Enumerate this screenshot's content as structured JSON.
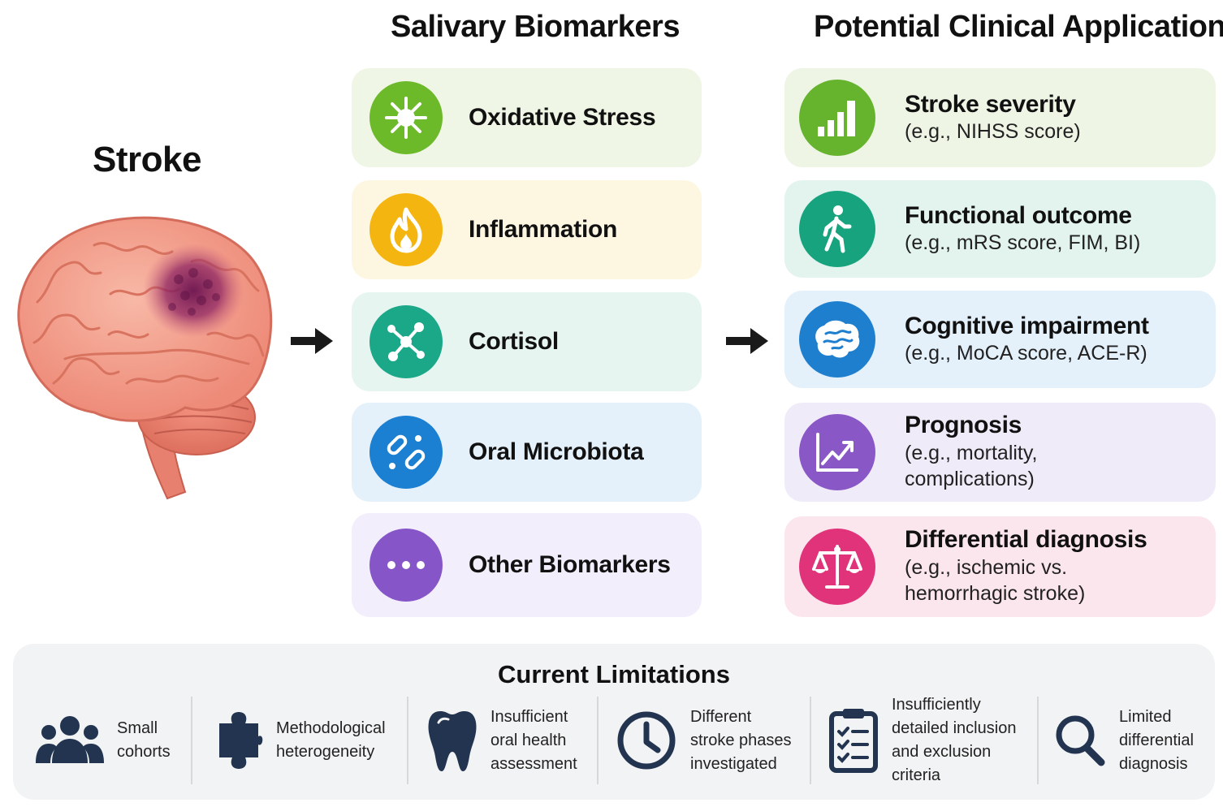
{
  "stroke": {
    "title": "Stroke"
  },
  "columns": {
    "biomarkers_title": "Salivary Biomarkers",
    "applications_title": "Potential Clinical Application"
  },
  "biomarkers": [
    {
      "label": "Oxidative Stress",
      "icon": "starburst-icon",
      "color": "#6cb92a",
      "bg": "#f0f6e5"
    },
    {
      "label": "Inflammation",
      "icon": "flame-icon",
      "color": "#f4b510",
      "bg": "#fdf7e2"
    },
    {
      "label": "Cortisol",
      "icon": "molecule-icon",
      "color": "#1aa889",
      "bg": "#e6f5ef"
    },
    {
      "label": "Oral Microbiota",
      "icon": "bacteria-icon",
      "color": "#1b7fd2",
      "bg": "#e4f1fa"
    },
    {
      "label": "Other Biomarkers",
      "icon": "more-dots-icon",
      "color": "#8656c8",
      "bg": "#f2eefb"
    }
  ],
  "applications": [
    {
      "title": "Stroke severity",
      "subtitle": "(e.g., NIHSS score)",
      "icon": "bar-chart-icon",
      "color": "#66b32d",
      "bg": "#eef5e5"
    },
    {
      "title": "Functional outcome",
      "subtitle": "(e.g., mRS score, FIM, BI)",
      "icon": "walking-person-icon",
      "color": "#17a37e",
      "bg": "#e3f3ee"
    },
    {
      "title": "Cognitive impairment",
      "subtitle": "(e.g., MoCA score, ACE-R)",
      "icon": "brain-icon",
      "color": "#1f7fcf",
      "bg": "#e4f0fa"
    },
    {
      "title": "Prognosis",
      "subtitle": "(e.g., mortality,\ncomplications)",
      "icon": "trend-chart-icon",
      "color": "#8a57c6",
      "bg": "#f0ebf8"
    },
    {
      "title": "Differential diagnosis",
      "subtitle": "(e.g., ischemic vs.\nhemorrhagic stroke)",
      "icon": "scales-icon",
      "color": "#e0337a",
      "bg": "#fce6ee"
    }
  ],
  "limitations": {
    "title": "Current Limitations",
    "items": [
      {
        "label": "Small\ncohorts",
        "icon": "group-people-icon"
      },
      {
        "label": "Methodological\nheterogeneity",
        "icon": "puzzle-piece-icon"
      },
      {
        "label": "Insufficient\noral health\nassessment",
        "icon": "tooth-icon"
      },
      {
        "label": "Different\nstroke phases\ninvestigated",
        "icon": "clock-icon"
      },
      {
        "label": "Insufficiently\ndetailed inclusion\nand exclusion\ncriteria",
        "icon": "checklist-icon"
      },
      {
        "label": "Limited\ndifferential\ndiagnosis",
        "icon": "magnifier-icon"
      }
    ]
  },
  "colors": {
    "icon_dark": "#22344f",
    "arrow": "#1a1a1a",
    "limitations_bg": "#f2f3f4"
  }
}
